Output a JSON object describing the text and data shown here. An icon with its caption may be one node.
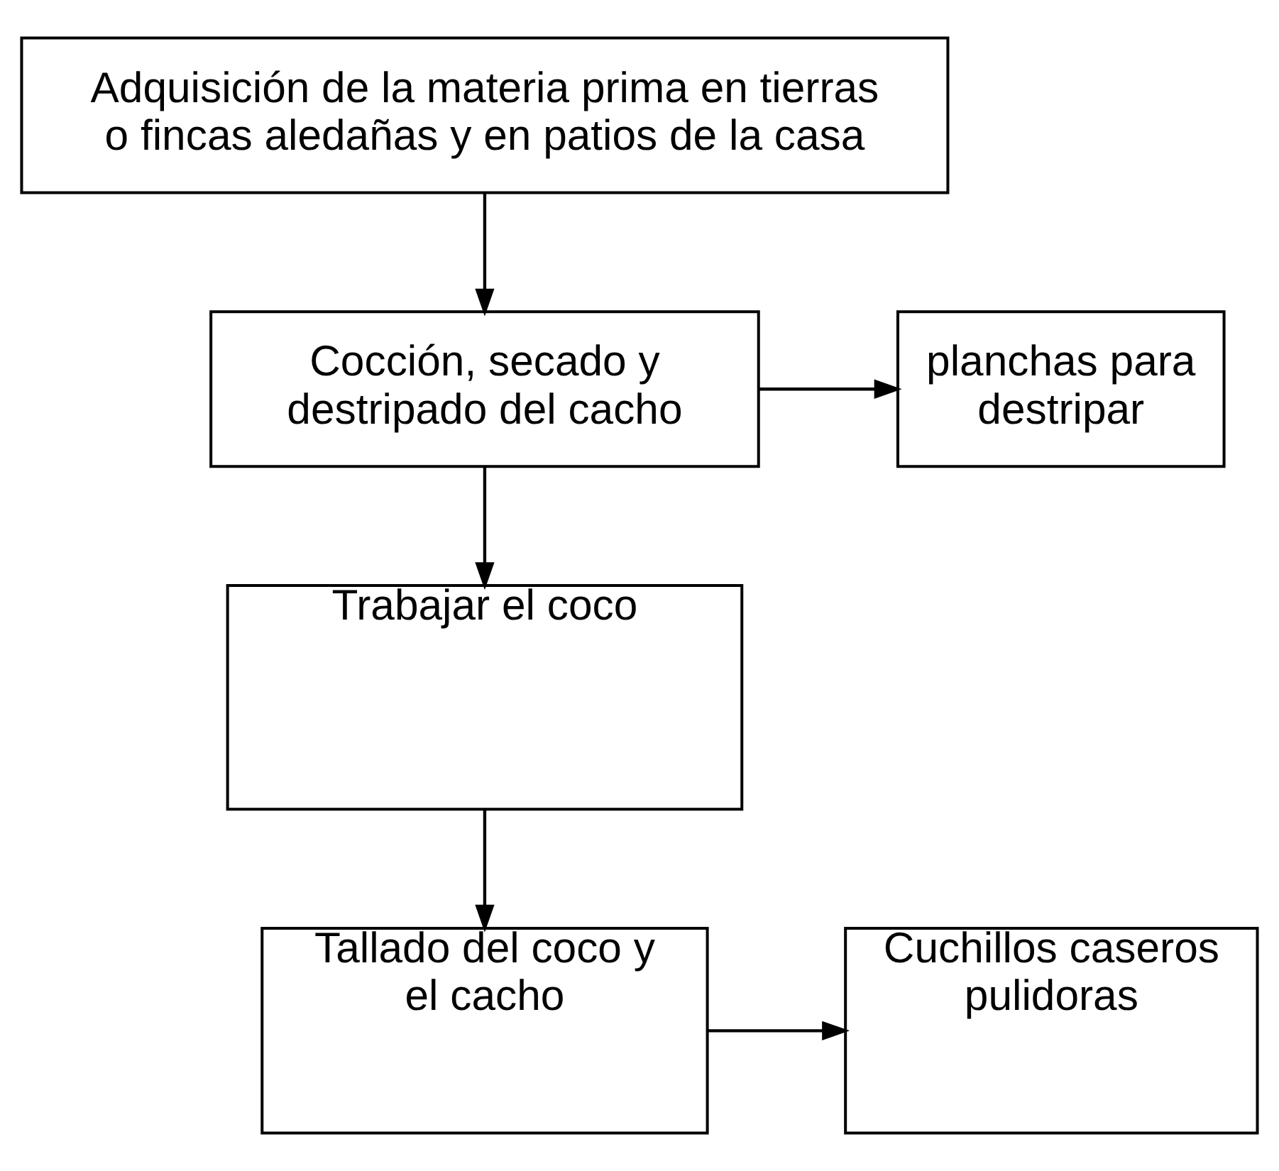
{
  "diagram": {
    "nodes": [
      {
        "text": [
          "Adquisición de la materia prima en tierras o fincas aledañas y en patios de la casa"
        ]
      },
      {
        "text": [
          "Cocción, secado y destripado del cacho"
        ]
      },
      {
        "text": [
          "planchas para destripar"
        ]
      },
      {
        "text": [
          "Trabajar el coco"
        ]
      },
      {
        "text": [
          "Tallado del coco y el cacho"
        ]
      },
      {
        "text": [
          "Cuchillos caseros pulidoras"
        ]
      }
    ],
    "edges": [
      {
        "from": 0,
        "to": 1,
        "arrow": "to"
      },
      {
        "from": 1,
        "to": 2,
        "arrow": "to"
      },
      {
        "from": 1,
        "to": 3,
        "arrow": "to"
      },
      {
        "from": 3,
        "to": 4,
        "arrow": "to"
      },
      {
        "from": 4,
        "to": 5,
        "arrow": "to"
      }
    ]
  }
}
